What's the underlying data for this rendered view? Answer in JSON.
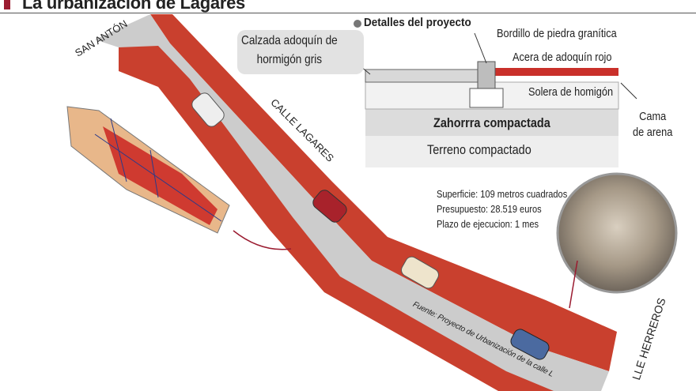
{
  "title": "La urbanización de Lagares",
  "streets": {
    "san_anton": "SAN ANTÓN",
    "lagares": "CALLE LAGARES",
    "herreros": "LLE HERREROS"
  },
  "details": {
    "heading": "Detalles del proyecto",
    "calzada": [
      "Calzada adoquín de",
      "hormigón gris"
    ],
    "bordillo": "Bordillo de piedra granítica",
    "acera": "Acera de adoquín rojo",
    "solera": "Solera de homigón",
    "cama": [
      "Cama",
      "de arena"
    ],
    "zahorra": "Zahorrra compactada",
    "terreno": "Terreno compactado"
  },
  "stats": [
    "Superficie: 109 metros cuadrados",
    "Presupuesto: 28.519 euros",
    "Plazo de ejecucion: 1 mes"
  ],
  "source": "Fuente: Proyecto de Urbanización de la calle L",
  "colors": {
    "accent": "#9b1b30",
    "sidewalk": "#c9402e",
    "road": "#c8c8c8"
  }
}
